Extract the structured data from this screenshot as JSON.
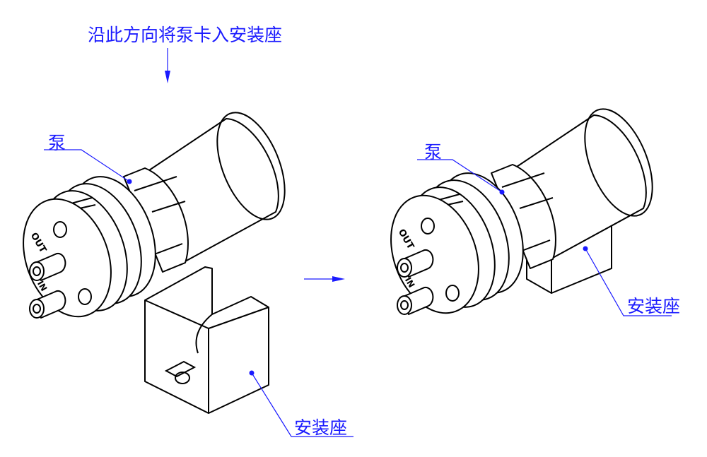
{
  "instruction": "沿此方向将泵卡入安装座",
  "labels": {
    "pump_left": "泵",
    "mount_left": "安装座",
    "pump_right": "泵",
    "mount_right": "安装座"
  },
  "port_labels": {
    "out": "OUT",
    "in": "IN"
  },
  "colors": {
    "annotation": "#1a1aff",
    "line": "#000000"
  }
}
